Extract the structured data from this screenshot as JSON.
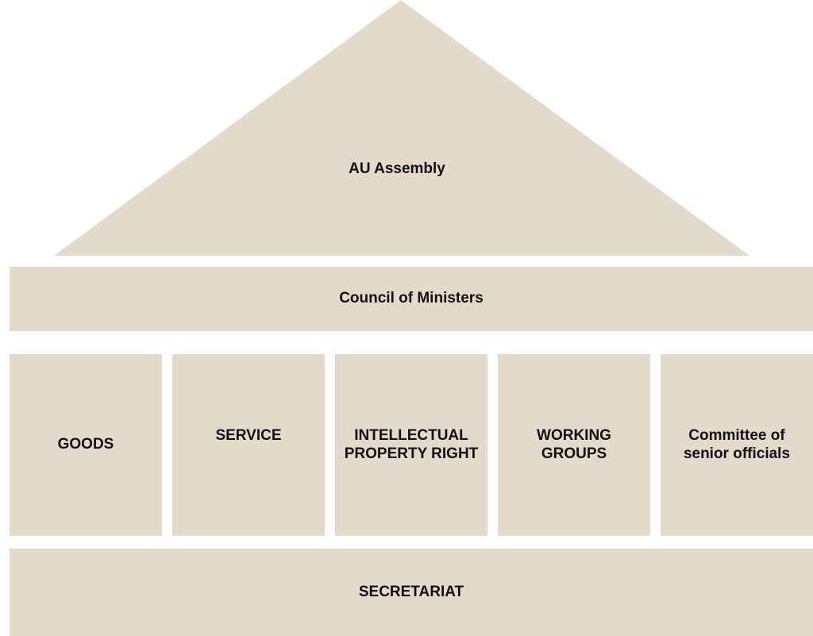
{
  "diagram": {
    "roof": {
      "label": "AU Assembly"
    },
    "council": {
      "label": "Council of Ministers"
    },
    "pillars": [
      {
        "label": "GOODS"
      },
      {
        "label": "SERVICE"
      },
      {
        "label": "INTELLECTUAL\nPROPERTY RIGHT"
      },
      {
        "label": "WORKING\nGROUPS"
      },
      {
        "label": "Committee  of\nsenior officials"
      }
    ],
    "foundation": {
      "label": "SECRETARIAT"
    },
    "colors": {
      "fill": "#e4dacb",
      "text": "#111111"
    }
  }
}
